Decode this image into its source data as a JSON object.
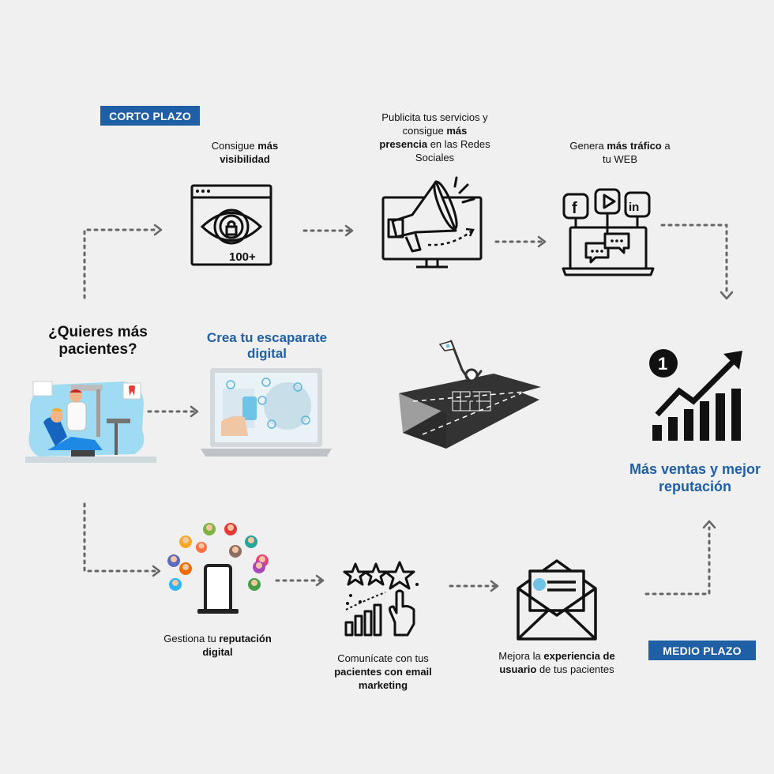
{
  "tags": {
    "short_term": "CORTO PLAZO",
    "medium_term": "MEDIO PLAZO"
  },
  "question": "¿Quieres más pacientes?",
  "center_title": "Crea tu escaparate digital",
  "result_title": "Más ventas y mejor reputación",
  "icon_labels": {
    "eye_counter": "100+",
    "ranking_number": "1",
    "social_f": "f",
    "social_in": "in"
  },
  "steps_top": [
    {
      "pre": "Consigue ",
      "bold": "más visibilidad",
      "post": ""
    },
    {
      "pre": "Publicita tus servicios y consigue ",
      "bold": "más presencia",
      "post": " en las Redes Sociales"
    },
    {
      "pre": "Genera ",
      "bold": "más tráfico",
      "post": " a tu WEB"
    }
  ],
  "steps_bottom": [
    {
      "pre": "Gestiona tu ",
      "bold": "reputación digital",
      "post": ""
    },
    {
      "pre": "Comunícate con tus ",
      "bold": "pacientes con email marketing",
      "post": ""
    },
    {
      "pre": "Mejora la ",
      "bold": "experiencia de usuario",
      "post": " de tus pacientes"
    }
  ],
  "colors": {
    "background": "#f0f0f0",
    "brand_blue": "#1f5fa6",
    "arrow_gray": "#666666",
    "icon_black": "#111111",
    "light_blue": "#8fd3ee"
  }
}
